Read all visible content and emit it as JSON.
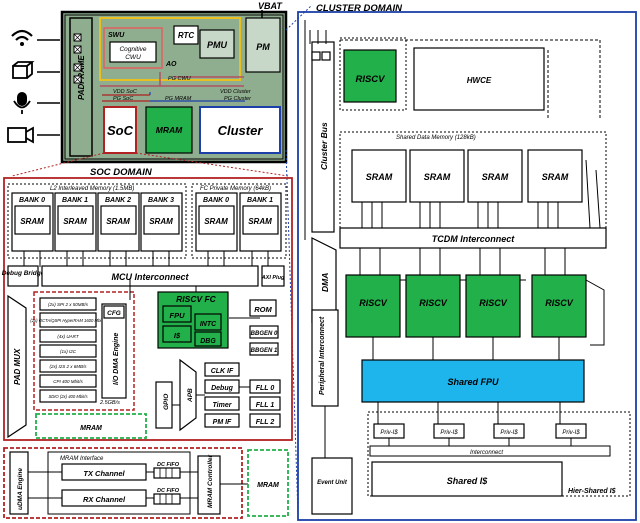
{
  "power": {
    "vbat": "VBAT",
    "padframe": "PADFRAME",
    "swu": "SWU",
    "cognitive": "Cognitive",
    "cwu": "CWU",
    "rtc": "RTC",
    "pmu": "PMU",
    "pm": "PM",
    "ao": "AO",
    "pg_cwu": "PG CWU",
    "pg_soc": "PG SoC",
    "pg_mram": "PG MRAM",
    "pg_cluster": "PG Cluster",
    "vdd_soc": "VDD SoC",
    "vdd_cluster": "VDD Cluster",
    "soc": "SoC",
    "mram": "MRAM",
    "cluster": "Cluster"
  },
  "soc": {
    "title": "SOC DOMAIN",
    "l2_label": "L2 Interleaved Memory (1.5MB)",
    "fc_label": "FC Private Memory (64kB)",
    "banks": [
      "BANK 0",
      "BANK 1",
      "BANK 2",
      "BANK 3"
    ],
    "fc_banks": [
      "BANK 0",
      "BANK 1"
    ],
    "sram": "SRAM",
    "debug_bridge": "Debug Bridge",
    "mcu_interconnect": "MCU Interconnect",
    "axi_plug": "AXI Plug",
    "pad_mux": "PAD MUX",
    "io_dma": "I/O DMA Engine",
    "cfg": "CFG",
    "rate": "2.5GB/s",
    "periphs": [
      "(2x) SPI 2 x 50MB/s",
      "(2x) OCTA/QSPI HyperRAM 1600 Mbit/s",
      "(4x) UART",
      "(1x) I2C",
      "(2x) I2S 2 x 6MB/s",
      "CPI 400 Mbit/s",
      "SDIO (2x) 400 Mbit/s"
    ],
    "riscv_fc": "RISCV FC",
    "fpu": "FPU",
    "intc": "INTC",
    "icache": "I$",
    "dbg": "DBG",
    "rom": "ROM",
    "bbgen0": "BBGEN 0",
    "bbgen1": "BBGEN 1",
    "clk_if": "CLK IF",
    "debug": "Debug",
    "timer": "Timer",
    "pm_if": "PM IF",
    "apb": "APB",
    "gpio": "GPIO",
    "fll": [
      "FLL 0",
      "FLL 1",
      "FLL 2"
    ],
    "mram": "MRAM"
  },
  "mram_sub": {
    "udma_engine": "uDMA Engine",
    "interface": "MRAM Interface",
    "tx": "TX Channel",
    "rx": "RX Channel",
    "dc_fifo": "DC FIFO",
    "controller": "MRAM Controller",
    "mram": "MRAM"
  },
  "cluster": {
    "title": "CLUSTER DOMAIN",
    "riscv": "RISCV",
    "hwce": "HWCE",
    "cluster_bus": "Cluster Bus",
    "shared_data": "Shared Data Memory (128kB)",
    "sram": "SRAM",
    "tcdm": "TCDM Interconnect",
    "dma": "DMA",
    "peripheral_interconnect": "Peripheral Interconnect",
    "shared_fpu": "Shared FPU",
    "priv": "Priv-I$",
    "interconnect": "Interconnect",
    "event_unit": "Event Unit",
    "shared_icache": "Shared I$",
    "hier": "Hier-Shared I$"
  },
  "colors": {
    "green": "#22b04a",
    "cyan": "#1eb4ec",
    "soc_red": "#b22222",
    "cluster_blue": "#1c3fa8",
    "power_bg": "#8fae8f"
  }
}
